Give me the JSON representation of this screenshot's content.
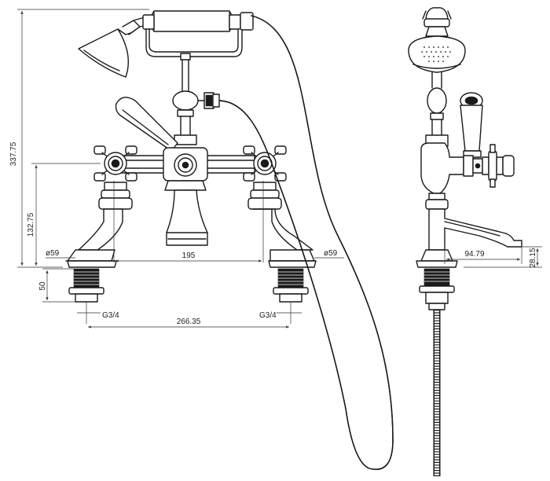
{
  "dimensions": {
    "overall_height": "337.75",
    "spout_height": "132.75",
    "left_diameter": "ø59",
    "right_diameter": "ø59",
    "tap_centers": "195",
    "shank_length": "50",
    "left_thread": "G3/4",
    "right_thread": "G3/4",
    "shank_centers": "266.35",
    "spout_reach": "94.79",
    "spout_offset": "28.15"
  },
  "colors": {
    "line": "#1a1a1a",
    "background": "#ffffff"
  }
}
